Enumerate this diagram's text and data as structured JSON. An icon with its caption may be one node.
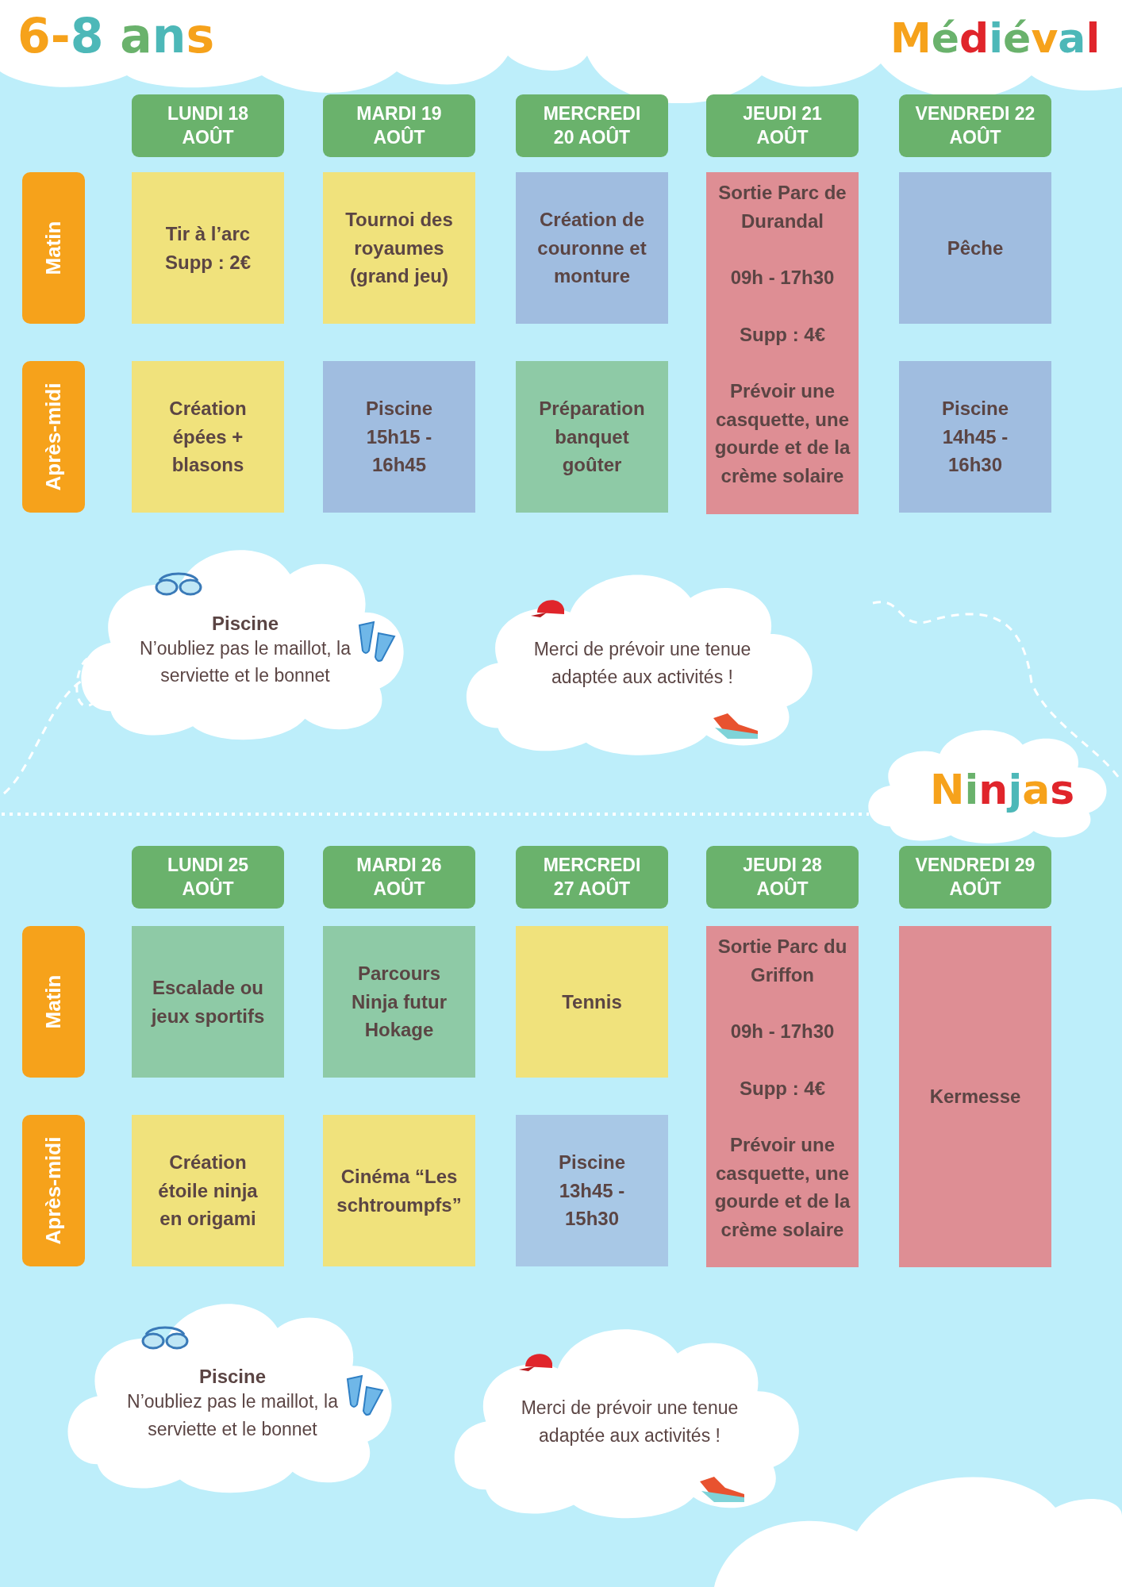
{
  "diagram": {
    "nodes": [
      {
        "text": [
          "LUNDI 18 AOÛT"
        ]
      },
      {
        "text": [
          "MARDI 19 AOÛT"
        ]
      },
      {
        "text": [
          "MERCREDI 20 AOÛT"
        ]
      },
      {
        "text": [
          "JEUDI 21 AOÛT"
        ]
      },
      {
        "text": [
          "VENDREDI 22 AOÛT"
        ]
      },
      {
        "text": [
          "Matin"
        ]
      },
      {
        "text": [
          "Tir à l’arc",
          "Supp : 2€"
        ]
      },
      {
        "text": [
          "Tournoi des royaumes (grand jeu)"
        ]
      },
      {
        "text": [
          "Création de couronne et monture"
        ]
      },
      {
        "text": [
          "Sortie Parc de Durandal",
          "09h - 17h30",
          "Supp : 4€",
          "Prévoir une casquette, une gourde et de la crème solaire"
        ]
      },
      {
        "text": [
          "Pêche"
        ]
      },
      {
        "text": [
          "Après-midi"
        ]
      },
      {
        "text": [
          "Création épées + blasons"
        ]
      },
      {
        "text": [
          "Piscine 15h15 - 16h45"
        ]
      },
      {
        "text": [
          "Préparation banquet goûter"
        ]
      },
      {
        "text": [
          "Piscine 14h45 - 16h30"
        ]
      },
      {
        "text": [
          "Piscine",
          "N’oubliez pas le maillot, la serviette et le bonnet"
        ]
      },
      {
        "text": [
          "Merci de prévoir une tenue adaptée aux activités !"
        ]
      },
      {
        "text": [
          "LUNDI 25 AOÛT"
        ]
      },
      {
        "text": [
          "MARDI 26 AOÛT"
        ]
      },
      {
        "text": [
          "MERCREDI 27 AOÛT"
        ]
      },
      {
        "text": [
          "JEUDI 28 AOÛT"
        ]
      },
      {
        "text": [
          "VENDREDI 29 AOÛT"
        ]
      },
      {
        "text": [
          "Matin"
        ]
      },
      {
        "text": [
          "Escalade ou jeux sportifs"
        ]
      },
      {
        "text": [
          "Parcours Ninja futur Hokage"
        ]
      },
      {
        "text": [
          "Tennis"
        ]
      },
      {
        "text": [
          "Sortie Parc du Griffon",
          "09h - 17h30",
          "Supp : 4€",
          "Prévoir une casquette, une gourde et de la crème solaire"
        ]
      },
      {
        "text": [
          "Kermesse"
        ]
      },
      {
        "text": [
          "Après-midi"
        ]
      },
      {
        "text": [
          "Création étoile ninja en origami"
        ]
      },
      {
        "text": [
          "Cinéma “Les schtroumpfs”"
        ]
      },
      {
        "text": [
          "Piscine 13h45 - 15h30"
        ]
      },
      {
        "text": [
          "Piscine",
          "N’oubliez pas le maillot, la serviette et le bonnet"
        ]
      },
      {
        "text": [
          "Merci de prévoir une tenue adaptée aux activités !"
        ]
      }
    ],
    "labels": [
      "6-8 ans",
      "Médiéval",
      "Ninjas"
    ]
  }
}
